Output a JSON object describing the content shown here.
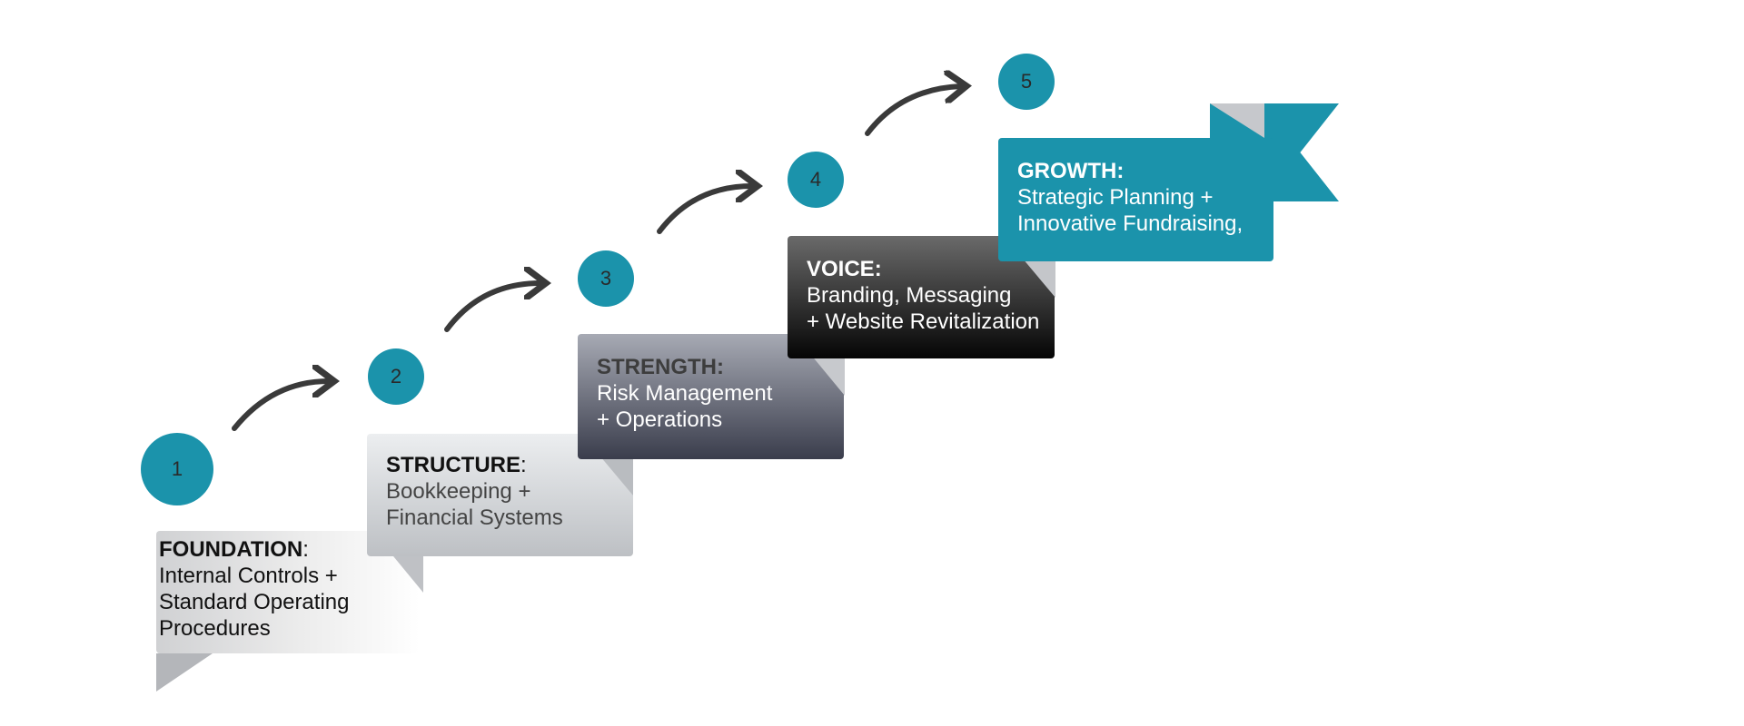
{
  "steps": [
    {
      "number": "1",
      "title": "FOUNDATION",
      "colon": ":",
      "description": "Internal Controls +\nStandard Operating\nProcedures"
    },
    {
      "number": "2",
      "title": "STRUCTURE",
      "colon": ":",
      "description": "Bookkeeping +\nFinancial Systems"
    },
    {
      "number": "3",
      "title": "STRENGTH:",
      "colon": "",
      "description": "Risk Management\n+ Operations"
    },
    {
      "number": "4",
      "title": "VOICE",
      "colon": ":",
      "description": "Branding, Messaging\n+ Website Revitalization"
    },
    {
      "number": "5",
      "title": "GROWTH:",
      "colon": "",
      "description": "Strategic Planning +\nInnovative Fundraising,"
    }
  ],
  "colors": {
    "accent": "#1b93ab",
    "arrow": "#3a3a3a",
    "dark": "#050505"
  }
}
